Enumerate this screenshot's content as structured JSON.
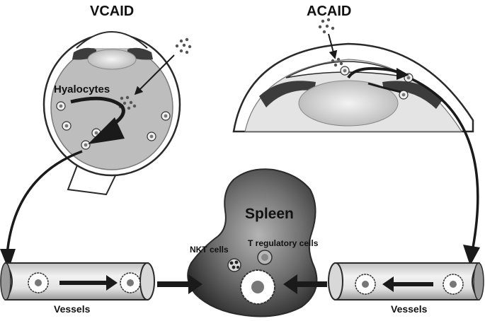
{
  "labels": {
    "vcaid": "VCAID",
    "acaid": "ACAID",
    "hyalocytes": "Hyalocytes",
    "spleen": "Spleen",
    "nkt_cells": "NKT cells",
    "t_regulatory_cells": "T regulatory cells",
    "vessels_left": "Vessels",
    "vessels_right": "Vessels"
  },
  "colors": {
    "outline": "#2a2a2a",
    "vitreous": "#bdbdbd",
    "iris": "#3c3c3c",
    "spleen_dark": "#2f2f2f",
    "spleen_light": "#a9a9a9",
    "arrow": "#1a1a1a"
  }
}
